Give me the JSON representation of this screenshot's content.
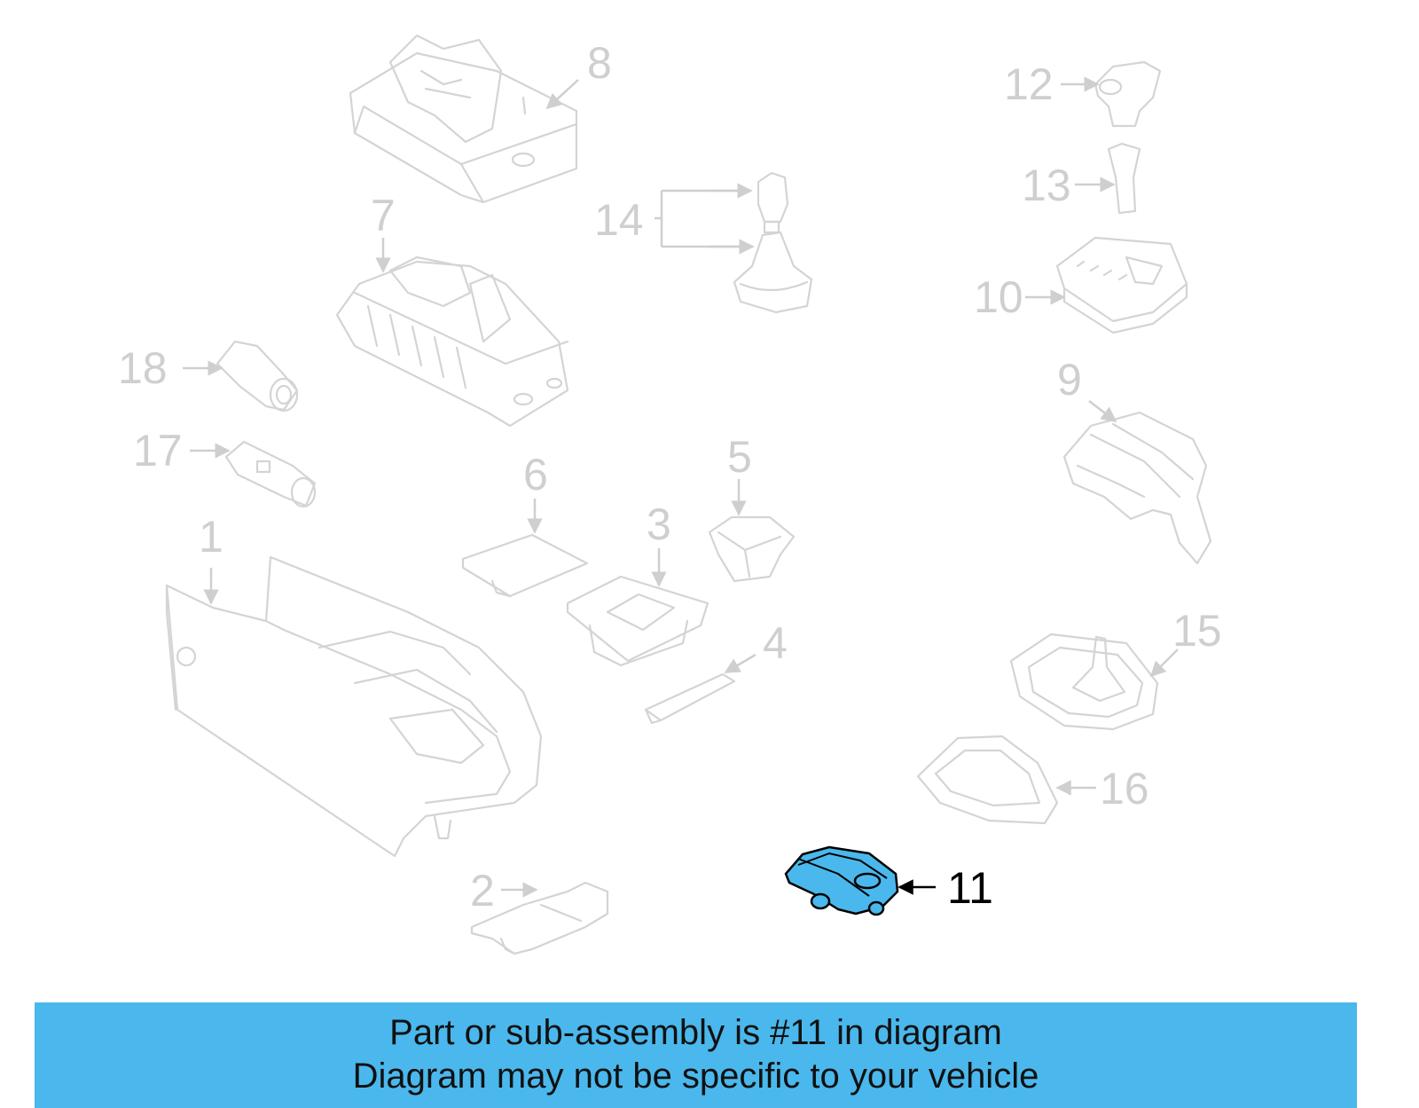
{
  "diagram": {
    "highlighted_part": "11",
    "callouts": [
      "1",
      "2",
      "3",
      "4",
      "5",
      "6",
      "7",
      "8",
      "9",
      "10",
      "11",
      "12",
      "13",
      "14",
      "15",
      "16",
      "17",
      "18"
    ]
  },
  "banner": {
    "line1": "Part or sub-assembly is #11 in diagram",
    "line2": "Diagram may not be specific to your vehicle",
    "background_color": "#4ab8ec"
  }
}
